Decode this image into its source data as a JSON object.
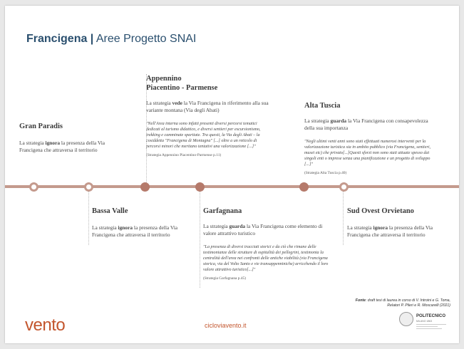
{
  "title": {
    "bold": "Francigena |",
    "rest": " Aree Progetto SNAI"
  },
  "areas": {
    "gran_paradis": {
      "name": "Gran Paradis",
      "text_before": "La strategia ",
      "keyword": "ignora",
      "text_after": " la presenza della Via Francigena che attraversa il territorio"
    },
    "appennino": {
      "name_line1": "Appennino",
      "name_line2": "Piacentino - Parmense",
      "text_before": "La strategia ",
      "keyword": "vede",
      "text_after": " la Via Francigena in riferimento alla sua variante montana (Via degli Abati)",
      "quote": "\"Nell'Area interna sono infatti presenti diversi percorsi tematici dedicati al turismo didattico, e diversi sentieri per escursionismo, trekking e camminate spartiate. Tra questi, la Via degli Abati – la cosiddetta \"Francigena di Montagna\" [...] oltre a un reticolo di percorsi minori che meritano tentativi una valorizzazione [...]\"",
      "source": "(Strategia Appennino Piacentino-Parmense p.11)"
    },
    "alta_tuscia": {
      "name": "Alta Tuscia",
      "text_before": "La strategia ",
      "keyword": "guarda",
      "text_after": " la Via Francigena con consapevolezza della sua importanza",
      "quote": "\"Negli ultimi venti anni sono stati effettuati numerosi interventi per la valorizzazione turistica sia in ambito pubblico (via Francigena, sentieri, musei etc) che privato[...]Questi sforzi non sono stati attuate spesso dai singoli enti o imprese senza una pianificazione e un progetto di sviluppo [...]\"",
      "source": "(Strategia Alta Tuscia p.40)"
    },
    "bassa_valle": {
      "name": "Bassa Valle",
      "text_before": "La strategia ",
      "keyword": "ignora",
      "text_after": " la presenza della Via Francigena che attraversa il territorio"
    },
    "garfagnana": {
      "name": "Garfagnana",
      "text_before": "La strategia ",
      "keyword": "guarda",
      "text_after": " la Via Francigena come elemento di valore attrattivo turistico",
      "quote": "\"La presenza di diversi tracciati storici e da ciò che rimane delle testimonianze delle strutture di ospitalità dei pellegrini, testimonia la centralità dell'area nei confronti delle antiche viabilità (via Francigena storica, via del Volto Santo e vie transappenniniche) arricchendo il loro valore attrattivo turistico[...]\"",
      "source": "(Strategia Garfagnana p.45)"
    },
    "sud_ovest": {
      "name": "Sud Ovest Orvietano",
      "text_before": "La strategia ",
      "keyword": "ignora",
      "text_after": " la presenza della Via Francigena che attraversa il territorio"
    }
  },
  "fonte": {
    "label": "Fonte",
    "line1": ": draft tesi di laurea in corso di V. Introini e G. Toma,",
    "line2": "Relatori P. Pileri e R. Moscarelli (2021)"
  },
  "footer": {
    "logo": "vento",
    "site": "cicloviavento.it",
    "poli_name": "POLITECNICO",
    "poli_sub": "MILANO 1863"
  },
  "colors": {
    "accent": "#c3562e",
    "timeline": "#c49a8d",
    "dot_filled": "#b57a6b",
    "title": "#2a4f6e"
  }
}
